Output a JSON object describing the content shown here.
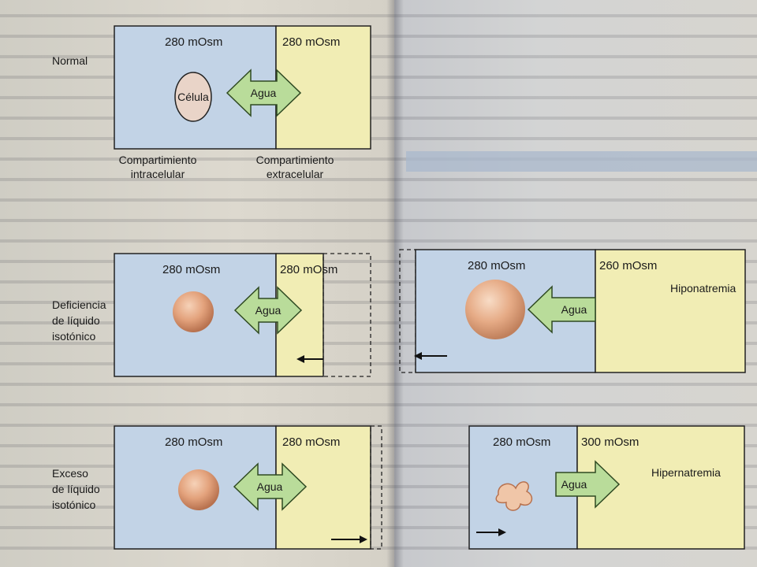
{
  "colors": {
    "intracellular": "#c2d3e6",
    "extracellular": "#f1edb4",
    "arrow": "#b9dc9a",
    "arrow_stroke": "#2f4a22",
    "cell": "#e9a47c"
  },
  "normal": {
    "title": "Normal",
    "intra_osm": "280 mOsm",
    "extra_osm": "280 mOsm",
    "cell_label": "Célula",
    "arrow_label": "Agua",
    "intra_caption_1": "Compartimiento",
    "intra_caption_2": "intracelular",
    "extra_caption_1": "Compartimiento",
    "extra_caption_2": "extracelular"
  },
  "deficiency": {
    "title_1": "Deficiencia",
    "title_2": "de líquido",
    "title_3": "isotónico",
    "intra_osm": "280 mOsm",
    "extra_osm": "280 mOsm",
    "arrow_label": "Agua"
  },
  "excess": {
    "title_1": "Exceso",
    "title_2": "de líquido",
    "title_3": "isotónico",
    "intra_osm": "280 mOsm",
    "extra_osm": "280 mOsm",
    "arrow_label": "Agua"
  },
  "hyponatremia": {
    "title": "Hiponatremia",
    "intra_osm": "280 mOsm",
    "extra_osm": "260 mOsm",
    "arrow_label": "Agua"
  },
  "hypernatremia": {
    "title": "Hipernatremia",
    "intra_osm": "280 mOsm",
    "extra_osm": "300 mOsm",
    "arrow_label": "Agua"
  }
}
